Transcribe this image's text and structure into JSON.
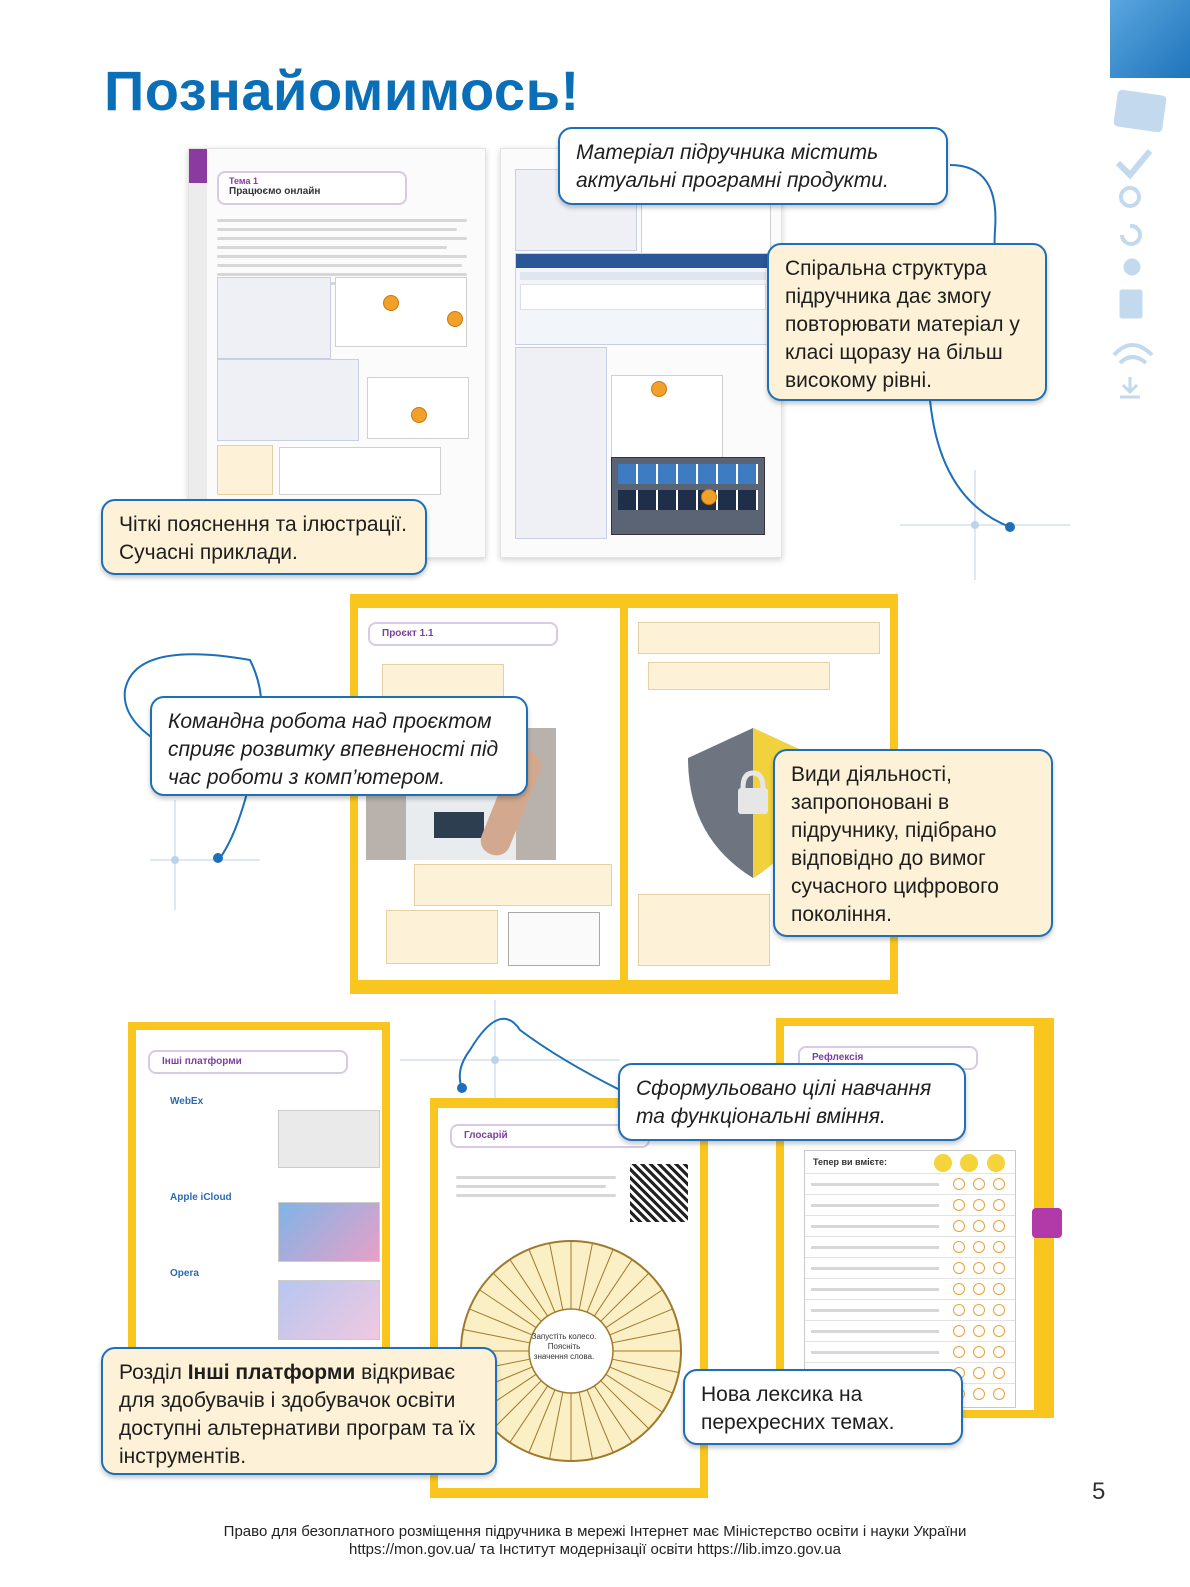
{
  "title": "Познайомимось!",
  "page_number": "5",
  "footer": {
    "line1": "Право для безоплатного розміщення підручника в мережі Інтернет має Міністерство освіти і науки України",
    "line2": "https://mon.gov.ua/ та Інститут модернізації освіти https://lib.imzo.gov.ua"
  },
  "callouts": {
    "c1": "Матеріал підручника містить актуальні програмні продукти.",
    "c2": "Спіральна структура підручника дає змогу повторювати матеріал у класі щоразу на більш високому рівні.",
    "c3": "Чіткі пояснення та ілюстрації. Сучасні приклади.",
    "c4": "Командна робота над проєктом сприяє розвитку впевненості під час роботи з комп’ютером.",
    "c5": "Види діяльності, запропоновані в підручнику, підібрано відповідно до вимог сучасного цифрового покоління.",
    "c6": "Сформульовано цілі навчання та функціональні вміння.",
    "c7_pre": "Розділ ",
    "c7_bold": "Інші платформи",
    "c7_post": " відкриває для здобувачів і здобувачок освіти доступні альтернативи програм та їх інструментів.",
    "c8": "Нова лексика на перехресних темах."
  },
  "thumbnails": {
    "spread1_topic": "Тема 1",
    "spread1_heading": "Працюємо онлайн",
    "spread2_label": "Проєкт 1.1",
    "page_other": "Інші платформи",
    "page_other_items": [
      "WebEx",
      "Apple iCloud",
      "Opera"
    ],
    "page_glossary": "Глосарій",
    "page_reflection": "Рефлексія",
    "reflection_table_head": "Тепер ви вмієте:",
    "wheel_center": "Запустіть колесо. Поясніть значення слова."
  },
  "colors": {
    "title_blue": "#0a6fb6",
    "callout_border": "#1d6fb8",
    "callout_fill": "#fdf2d7",
    "page_yellow": "#f9c51f",
    "accent_purple": "#8b3aa0"
  },
  "side_icons": [
    "folder-icon",
    "check-icon",
    "pin-icon",
    "undo-icon",
    "gear-icon",
    "document-icon",
    "wifi-icon",
    "download-icon"
  ]
}
